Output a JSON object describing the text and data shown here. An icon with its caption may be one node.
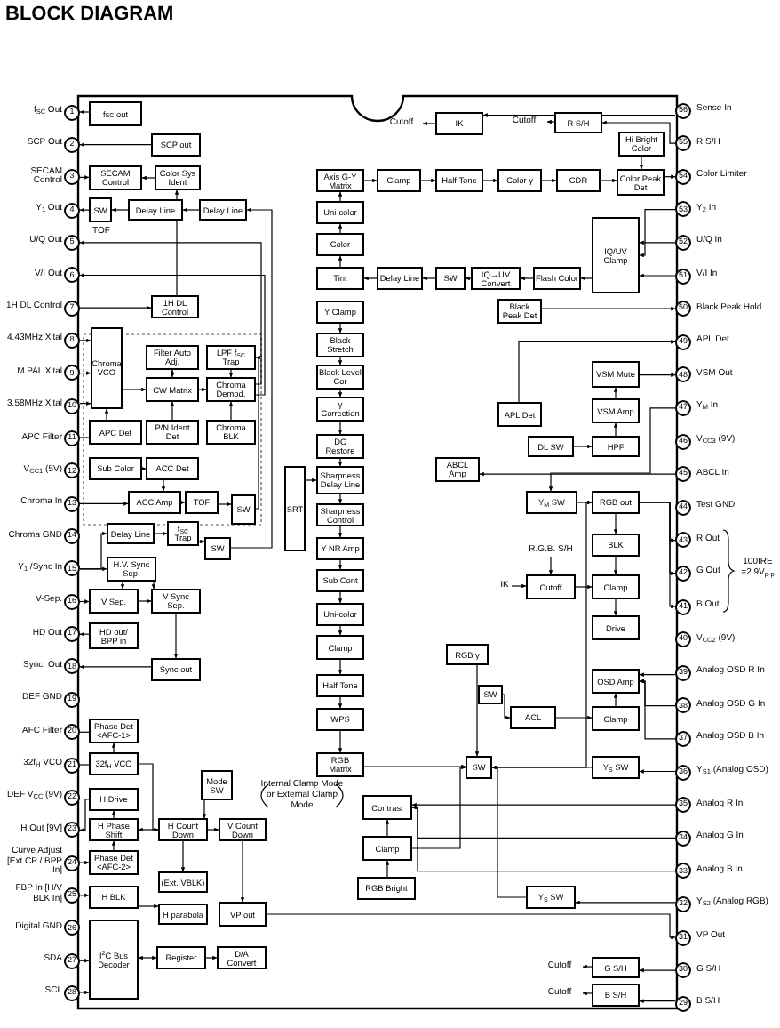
{
  "diagram": {
    "title": "BLOCK DIAGRAM",
    "nodes": [
      {
        "text": [
          "1"
        ],
        "beside": [
          "f$_{SC}$ Out"
        ]
      },
      {
        "text": [
          "2"
        ],
        "beside": [
          "SCP Out"
        ]
      },
      {
        "text": [
          "3"
        ],
        "beside": [
          "SECAM Control"
        ]
      },
      {
        "text": [
          "4"
        ],
        "beside": [
          "Y$_{1}$ Out"
        ]
      },
      {
        "text": [
          "5"
        ],
        "beside": [
          "U/Q Out"
        ]
      },
      {
        "text": [
          "6"
        ],
        "beside": [
          "V/I Out"
        ]
      },
      {
        "text": [
          "7"
        ],
        "beside": [
          "1H DL Control"
        ]
      },
      {
        "text": [
          "8"
        ],
        "beside": [
          "4.43MHz X'tal"
        ]
      },
      {
        "text": [
          "9"
        ],
        "beside": [
          "M PAL X'tal"
        ]
      },
      {
        "text": [
          "10"
        ],
        "beside": [
          "3.58MHz X'tal"
        ]
      },
      {
        "text": [
          "11"
        ],
        "beside": [
          "APC Filter"
        ]
      },
      {
        "text": [
          "12"
        ],
        "beside": [
          "V$_{CC1}$ (5V)"
        ]
      },
      {
        "text": [
          "13"
        ],
        "beside": [
          "Chroma In"
        ]
      },
      {
        "text": [
          "14"
        ],
        "beside": [
          "Chroma GND"
        ]
      },
      {
        "text": [
          "15"
        ],
        "beside": [
          "Y$_{1}$ /Sync In"
        ]
      },
      {
        "text": [
          "16"
        ],
        "beside": [
          "V-Sep."
        ]
      },
      {
        "text": [
          "17"
        ],
        "beside": [
          "HD Out"
        ]
      },
      {
        "text": [
          "18"
        ],
        "beside": [
          "Sync. Out"
        ]
      },
      {
        "text": [
          "19"
        ],
        "beside": [
          "DEF GND"
        ]
      },
      {
        "text": [
          "20"
        ],
        "beside": [
          "AFC Filter"
        ]
      },
      {
        "text": [
          "21"
        ],
        "beside": [
          "32f$_{H}$ VCO"
        ]
      },
      {
        "text": [
          "22"
        ],
        "beside": [
          "DEF V$_{CC}$ (9V)"
        ]
      },
      {
        "text": [
          "23"
        ],
        "beside": [
          "H.Out [9V]"
        ]
      },
      {
        "text": [
          "24"
        ],
        "beside": [
          "Curve Adjust [Ext CP / BPP In]"
        ]
      },
      {
        "text": [
          "25"
        ],
        "beside": [
          "FBP In [H/V BLK In]"
        ]
      },
      {
        "text": [
          "26"
        ],
        "beside": [
          "Digital GND"
        ]
      },
      {
        "text": [
          "27"
        ],
        "beside": [
          "SDA"
        ]
      },
      {
        "text": [
          "28"
        ],
        "beside": [
          "SCL"
        ]
      },
      {
        "text": [
          "56"
        ],
        "beside": [
          "Sense In"
        ]
      },
      {
        "text": [
          "55"
        ],
        "beside": [
          "R S/H"
        ]
      },
      {
        "text": [
          "54"
        ],
        "beside": [
          "Color Limiter"
        ]
      },
      {
        "text": [
          "53"
        ],
        "beside": [
          "Y$_{2}$ In"
        ]
      },
      {
        "text": [
          "52"
        ],
        "beside": [
          "U/Q In"
        ]
      },
      {
        "text": [
          "51"
        ],
        "beside": [
          "V/I In"
        ]
      },
      {
        "text": [
          "50"
        ],
        "beside": [
          "Black Peak Hold"
        ]
      },
      {
        "text": [
          "49"
        ],
        "beside": [
          "APL Det."
        ]
      },
      {
        "text": [
          "48"
        ],
        "beside": [
          "VSM Out"
        ]
      },
      {
        "text": [
          "47"
        ],
        "beside": [
          "Y$_{M}$ In"
        ]
      },
      {
        "text": [
          "46"
        ],
        "beside": [
          "V$_{CC3}$ (9V)"
        ]
      },
      {
        "text": [
          "45"
        ],
        "beside": [
          "ABCL In"
        ]
      },
      {
        "text": [
          "44"
        ],
        "beside": [
          "Test GND"
        ]
      },
      {
        "text": [
          "43"
        ],
        "beside": [
          "R Out"
        ]
      },
      {
        "text": [
          "42"
        ],
        "beside": [
          "G Out"
        ]
      },
      {
        "text": [
          "41"
        ],
        "beside": [
          "B Out"
        ]
      },
      {
        "text": [
          "40"
        ],
        "beside": [
          "V$_{CC2}$ (9V)"
        ]
      },
      {
        "text": [
          "39"
        ],
        "beside": [
          "Analog OSD R In"
        ]
      },
      {
        "text": [
          "38"
        ],
        "beside": [
          "Analog OSD G In"
        ]
      },
      {
        "text": [
          "37"
        ],
        "beside": [
          "Analog OSD B In"
        ]
      },
      {
        "text": [
          "36"
        ],
        "beside": [
          "Y$_{S1}$ (Analog OSD)"
        ]
      },
      {
        "text": [
          "35"
        ],
        "beside": [
          "Analog R In"
        ]
      },
      {
        "text": [
          "34"
        ],
        "beside": [
          "Analog G In"
        ]
      },
      {
        "text": [
          "33"
        ],
        "beside": [
          "Analog B In"
        ]
      },
      {
        "text": [
          "32"
        ],
        "beside": [
          "Y$_{S2}$ (Analog RGB)"
        ]
      },
      {
        "text": [
          "31"
        ],
        "beside": [
          "VP Out"
        ]
      },
      {
        "text": [
          "30"
        ],
        "beside": [
          "G S/H"
        ]
      },
      {
        "text": [
          "29"
        ],
        "beside": [
          "B S/H"
        ]
      },
      {
        "text": [
          "f$_{SC}$ out"
        ]
      },
      {
        "text": [
          "SCP out"
        ]
      },
      {
        "text": [
          "SECAM Control"
        ]
      },
      {
        "text": [
          "Color Sys Ident"
        ]
      },
      {
        "text": [
          "SW"
        ]
      },
      {
        "text": [
          "Delay Line"
        ]
      },
      {
        "text": [
          "Delay Line"
        ]
      },
      {
        "text": [
          "1H DL Control"
        ]
      },
      {
        "text": [
          "Chroma VCO"
        ]
      },
      {
        "text": [
          "Filter Auto Adj."
        ]
      },
      {
        "text": [
          "LPF f$_{SC}$ Trap"
        ]
      },
      {
        "text": [
          "CW Matrix"
        ]
      },
      {
        "text": [
          "Chroma Demod."
        ]
      },
      {
        "text": [
          "APC Det"
        ]
      },
      {
        "text": [
          "P/N Ident Det"
        ]
      },
      {
        "text": [
          "Chroma BLK"
        ]
      },
      {
        "text": [
          "Sub Color"
        ]
      },
      {
        "text": [
          "ACC Det"
        ]
      },
      {
        "text": [
          "ACC Amp"
        ]
      },
      {
        "text": [
          "TOF"
        ]
      },
      {
        "text": [
          "SW"
        ]
      },
      {
        "text": [
          "Delay Line"
        ]
      },
      {
        "text": [
          "f$_{SC}$ Trap"
        ]
      },
      {
        "text": [
          "SW"
        ]
      },
      {
        "text": [
          "H.V. Sync Sep."
        ]
      },
      {
        "text": [
          "V Sep."
        ]
      },
      {
        "text": [
          "V Sync Sep."
        ]
      },
      {
        "text": [
          "HD out/ BPP in"
        ]
      },
      {
        "text": [
          "Sync out"
        ]
      },
      {
        "text": [
          "Phase Det <AFC-1>"
        ]
      },
      {
        "text": [
          "32f$_{H}$ VCO"
        ]
      },
      {
        "text": [
          "Mode SW"
        ]
      },
      {
        "text": [
          "H Drive"
        ]
      },
      {
        "text": [
          "H Phase Shift"
        ]
      },
      {
        "text": [
          "H Count Down"
        ]
      },
      {
        "text": [
          "V Count Down"
        ]
      },
      {
        "text": [
          "Phase Det <AFC-2>"
        ]
      },
      {
        "text": [
          "(Ext. VBLK)"
        ]
      },
      {
        "text": [
          "H BLK"
        ]
      },
      {
        "text": [
          "H parabola"
        ]
      },
      {
        "text": [
          "VP out"
        ]
      },
      {
        "text": [
          "I$^{2}$C Bus Decoder"
        ]
      },
      {
        "text": [
          "Register"
        ]
      },
      {
        "text": [
          "D/A Convert"
        ]
      },
      {
        "text": [
          "IK"
        ]
      },
      {
        "text": [
          "R S/H"
        ]
      },
      {
        "text": [
          "Hi Bright Color"
        ]
      },
      {
        "text": [
          "Axis G-Y Matrix"
        ]
      },
      {
        "text": [
          "Clamp"
        ]
      },
      {
        "text": [
          "Half Tone"
        ]
      },
      {
        "text": [
          "Color γ"
        ]
      },
      {
        "text": [
          "CDR"
        ]
      },
      {
        "text": [
          "Color Peak Det"
        ]
      },
      {
        "text": [
          "Uni-color"
        ]
      },
      {
        "text": [
          "Color"
        ]
      },
      {
        "text": [
          "Tint"
        ]
      },
      {
        "text": [
          "Delay Line"
        ]
      },
      {
        "text": [
          "SW"
        ]
      },
      {
        "text": [
          "IQ→UV Convert"
        ]
      },
      {
        "text": [
          "Flash Color"
        ]
      },
      {
        "text": [
          "IQ/UV Clamp"
        ]
      },
      {
        "text": [
          "Y Clamp"
        ]
      },
      {
        "text": [
          "Black Peak Det"
        ]
      },
      {
        "text": [
          "Black Stretch"
        ]
      },
      {
        "text": [
          "Black Level Cor"
        ]
      },
      {
        "text": [
          "VSM Mute"
        ]
      },
      {
        "text": [
          "γ Correction"
        ]
      },
      {
        "text": [
          "APL Det"
        ]
      },
      {
        "text": [
          "VSM Amp"
        ]
      },
      {
        "text": [
          "DC Restore"
        ]
      },
      {
        "text": [
          "DL SW"
        ]
      },
      {
        "text": [
          "HPF"
        ]
      },
      {
        "text": [
          "ABCL Amp"
        ]
      },
      {
        "text": [
          "SRT"
        ]
      },
      {
        "text": [
          "Sharpness Delay Line"
        ]
      },
      {
        "text": [
          "Y$_{M}$ SW"
        ]
      },
      {
        "text": [
          "RGB out"
        ]
      },
      {
        "text": [
          "Sharpness Control"
        ]
      },
      {
        "text": [
          "BLK"
        ]
      },
      {
        "text": [
          "Y NR Amp"
        ]
      },
      {
        "text": [
          "Cutoff"
        ]
      },
      {
        "text": [
          "Clamp"
        ]
      },
      {
        "text": [
          "Sub Cont"
        ]
      },
      {
        "text": [
          "Uni-color"
        ]
      },
      {
        "text": [
          "Drive"
        ]
      },
      {
        "text": [
          "Clamp"
        ]
      },
      {
        "text": [
          "RGB γ"
        ]
      },
      {
        "text": [
          "OSD Amp"
        ]
      },
      {
        "text": [
          "Half Tone"
        ]
      },
      {
        "text": [
          "SW"
        ]
      },
      {
        "text": [
          "ACL"
        ]
      },
      {
        "text": [
          "Clamp"
        ]
      },
      {
        "text": [
          "WPS"
        ]
      },
      {
        "text": [
          "RGB Matrix"
        ]
      },
      {
        "text": [
          "SW"
        ]
      },
      {
        "text": [
          "Y$_{S}$ SW"
        ]
      },
      {
        "text": [
          "Contrast"
        ]
      },
      {
        "text": [
          "Clamp"
        ]
      },
      {
        "text": [
          "Y$_{S}$ SW"
        ]
      },
      {
        "text": [
          "RGB Bright"
        ]
      },
      {
        "text": [
          "G S/H"
        ]
      },
      {
        "text": [
          "B S/H"
        ]
      },
      {
        "text": [
          "Cutoff"
        ]
      },
      {
        "text": [
          "Cutoff"
        ]
      },
      {
        "text": [
          "Cutoff"
        ]
      },
      {
        "text": [
          "Cutoff"
        ]
      },
      {
        "text": [
          "IK"
        ]
      },
      {
        "text": [
          "R.G.B. S/H"
        ]
      }
    ],
    "edges": [
      {
        "from": 56,
        "to": 0,
        "arrow": "to"
      },
      {
        "from": 57,
        "to": 1,
        "arrow": "to"
      },
      {
        "from": 2,
        "to": 58,
        "arrow": "to"
      },
      {
        "from": 59,
        "to": 58,
        "arrow": "to"
      },
      {
        "from": 60,
        "to": 3,
        "arrow": "to"
      },
      {
        "from": 61,
        "to": 60,
        "arrow": "to"
      },
      {
        "from": 62,
        "to": 61,
        "arrow": "to"
      },
      {
        "from": 68,
        "to": 4,
        "arrow": "to"
      },
      {
        "from": 68,
        "to": 5,
        "arrow": "to"
      },
      {
        "from": 6,
        "to": 63,
        "arrow": "to"
      },
      {
        "from": 63,
        "to": 59,
        "arrow": "to"
      },
      {
        "from": 7,
        "to": 64,
        "arrow": "to"
      },
      {
        "from": 8,
        "to": 64,
        "arrow": "to"
      },
      {
        "from": 9,
        "to": 64,
        "arrow": "to"
      },
      {
        "from": 64,
        "to": 67,
        "arrow": "to"
      },
      {
        "from": 65,
        "to": 67,
        "arrow": "both"
      },
      {
        "from": 67,
        "to": 68,
        "arrow": "to"
      },
      {
        "from": 66,
        "to": 68,
        "arrow": "to"
      },
      {
        "from": 10,
        "to": 69,
        "arrow": "none"
      },
      {
        "from": 69,
        "to": 64,
        "arrow": "to"
      },
      {
        "from": 70,
        "to": 67,
        "arrow": "to"
      },
      {
        "from": 71,
        "to": 68,
        "arrow": "to"
      },
      {
        "from": 72,
        "to": 73,
        "arrow": "to"
      },
      {
        "from": 73,
        "to": 74,
        "arrow": "to"
      },
      {
        "from": 12,
        "to": 74,
        "arrow": "to"
      },
      {
        "from": 74,
        "to": 75,
        "arrow": "to"
      },
      {
        "from": 75,
        "to": 76,
        "arrow": "to"
      },
      {
        "from": 76,
        "to": 66,
        "arrow": "to"
      },
      {
        "from": 14,
        "to": 77,
        "arrow": "to"
      },
      {
        "from": 14,
        "to": 80,
        "arrow": "to"
      },
      {
        "from": 77,
        "to": 78,
        "arrow": "to"
      },
      {
        "from": 78,
        "to": 79,
        "arrow": "to"
      },
      {
        "from": 79,
        "to": 62,
        "arrow": "to"
      },
      {
        "from": 80,
        "to": 81,
        "arrow": "to"
      },
      {
        "from": 80,
        "to": 82,
        "arrow": "to"
      },
      {
        "from": 15,
        "to": 81,
        "arrow": "to"
      },
      {
        "from": 81,
        "to": 82,
        "arrow": "to"
      },
      {
        "from": 83,
        "to": 16,
        "arrow": "to"
      },
      {
        "from": 82,
        "to": 84,
        "arrow": "to"
      },
      {
        "from": 84,
        "to": 17,
        "arrow": "to"
      },
      {
        "from": 19,
        "to": 85,
        "arrow": "none"
      },
      {
        "from": 86,
        "to": 85,
        "arrow": "to"
      },
      {
        "from": 20,
        "to": 86,
        "arrow": "none"
      },
      {
        "from": 86,
        "to": 90,
        "arrow": "to"
      },
      {
        "from": 87,
        "to": 90,
        "arrow": "to"
      },
      {
        "from": 88,
        "to": 22,
        "arrow": "to"
      },
      {
        "from": 89,
        "to": 88,
        "arrow": "to"
      },
      {
        "from": 90,
        "to": 89,
        "arrow": "to"
      },
      {
        "from": 90,
        "to": 91,
        "arrow": "to"
      },
      {
        "from": 92,
        "to": 89,
        "arrow": "to"
      },
      {
        "from": 23,
        "to": 92,
        "arrow": "to"
      },
      {
        "from": 24,
        "to": 94,
        "arrow": "to"
      },
      {
        "from": 91,
        "to": 96,
        "arrow": "to"
      },
      {
        "from": 96,
        "to": 53,
        "arrow": "to"
      },
      {
        "from": 26,
        "to": 97,
        "arrow": "to"
      },
      {
        "from": 27,
        "to": 97,
        "arrow": "to"
      },
      {
        "from": 97,
        "to": 98,
        "arrow": "both"
      },
      {
        "from": 98,
        "to": 99,
        "arrow": "to"
      },
      {
        "from": 94,
        "to": 95,
        "arrow": "to"
      },
      {
        "from": 90,
        "to": 93,
        "arrow": "to"
      },
      {
        "from": 100,
        "to": 158,
        "arrow": "to"
      },
      {
        "from": 28,
        "to": 100,
        "arrow": "to"
      },
      {
        "from": 101,
        "to": 159,
        "arrow": "to"
      },
      {
        "from": 29,
        "to": 101,
        "arrow": "to"
      },
      {
        "from": 108,
        "to": 30,
        "arrow": "to"
      },
      {
        "from": 102,
        "to": 108,
        "arrow": "to"
      },
      {
        "from": 103,
        "to": 104,
        "arrow": "to"
      },
      {
        "from": 104,
        "to": 105,
        "arrow": "to"
      },
      {
        "from": 105,
        "to": 106,
        "arrow": "to"
      },
      {
        "from": 106,
        "to": 107,
        "arrow": "to"
      },
      {
        "from": 107,
        "to": 108,
        "arrow": "to"
      },
      {
        "from": 109,
        "to": 103,
        "arrow": "to"
      },
      {
        "from": 110,
        "to": 109,
        "arrow": "to"
      },
      {
        "from": 111,
        "to": 110,
        "arrow": "to"
      },
      {
        "from": 112,
        "to": 111,
        "arrow": "to"
      },
      {
        "from": 113,
        "to": 112,
        "arrow": "to"
      },
      {
        "from": 114,
        "to": 113,
        "arrow": "to"
      },
      {
        "from": 115,
        "to": 114,
        "arrow": "to"
      },
      {
        "from": 116,
        "to": 115,
        "arrow": "to"
      },
      {
        "from": 31,
        "to": 116,
        "arrow": "to"
      },
      {
        "from": 32,
        "to": 116,
        "arrow": "to"
      },
      {
        "from": 33,
        "to": 116,
        "arrow": "to"
      },
      {
        "from": 117,
        "to": 119,
        "arrow": "to"
      },
      {
        "from": 119,
        "to": 120,
        "arrow": "to"
      },
      {
        "from": 120,
        "to": 122,
        "arrow": "to"
      },
      {
        "from": 122,
        "to": 125,
        "arrow": "to"
      },
      {
        "from": 118,
        "to": 34,
        "arrow": "to"
      },
      {
        "from": 123,
        "to": 35,
        "arrow": "to"
      },
      {
        "from": 121,
        "to": 36,
        "arrow": "to"
      },
      {
        "from": 124,
        "to": 121,
        "arrow": "to"
      },
      {
        "from": 127,
        "to": 124,
        "arrow": "to"
      },
      {
        "from": 126,
        "to": 127,
        "arrow": "to"
      },
      {
        "from": 37,
        "to": 131,
        "arrow": "to"
      },
      {
        "from": 39,
        "to": 128,
        "arrow": "to"
      },
      {
        "from": 125,
        "to": 130,
        "arrow": "to"
      },
      {
        "from": 130,
        "to": 133,
        "arrow": "to"
      },
      {
        "from": 133,
        "to": 135,
        "arrow": "to"
      },
      {
        "from": 135,
        "to": 138,
        "arrow": "to"
      },
      {
        "from": 138,
        "to": 139,
        "arrow": "to"
      },
      {
        "from": 139,
        "to": 141,
        "arrow": "to"
      },
      {
        "from": 141,
        "to": 144,
        "arrow": "to"
      },
      {
        "from": 144,
        "to": 148,
        "arrow": "to"
      },
      {
        "from": 148,
        "to": 149,
        "arrow": "to"
      },
      {
        "from": 129,
        "to": 130,
        "arrow": "to"
      },
      {
        "from": 149,
        "to": 150,
        "arrow": "to"
      },
      {
        "from": 150,
        "to": 132,
        "arrow": "to"
      },
      {
        "from": 131,
        "to": 132,
        "arrow": "to"
      },
      {
        "from": 132,
        "to": 134,
        "arrow": "to"
      },
      {
        "from": 134,
        "to": 137,
        "arrow": "to"
      },
      {
        "from": 137,
        "to": 140,
        "arrow": "to"
      },
      {
        "from": 136,
        "to": 137,
        "arrow": "to"
      },
      {
        "from": 162,
        "to": 136,
        "arrow": "to"
      },
      {
        "from": 163,
        "to": 136,
        "arrow": "to"
      },
      {
        "from": 132,
        "to": 41,
        "arrow": "to"
      },
      {
        "from": 132,
        "to": 42,
        "arrow": "to"
      },
      {
        "from": 132,
        "to": 43,
        "arrow": "to"
      },
      {
        "from": 45,
        "to": 143,
        "arrow": "to"
      },
      {
        "from": 46,
        "to": 143,
        "arrow": "to"
      },
      {
        "from": 47,
        "to": 143,
        "arrow": "to"
      },
      {
        "from": 147,
        "to": 143,
        "arrow": "to"
      },
      {
        "from": 146,
        "to": 147,
        "arrow": "to"
      },
      {
        "from": 145,
        "to": 146,
        "arrow": "to"
      },
      {
        "from": 142,
        "to": 150,
        "arrow": "to"
      },
      {
        "from": 48,
        "to": 151,
        "arrow": "to"
      },
      {
        "from": 151,
        "to": 150,
        "arrow": "to"
      },
      {
        "from": 49,
        "to": 152,
        "arrow": "to"
      },
      {
        "from": 50,
        "to": 152,
        "arrow": "to"
      },
      {
        "from": 51,
        "to": 152,
        "arrow": "to"
      },
      {
        "from": 52,
        "to": 154,
        "arrow": "to"
      },
      {
        "from": 154,
        "to": 150,
        "arrow": "to"
      },
      {
        "from": 153,
        "to": 152,
        "arrow": "to"
      },
      {
        "from": 155,
        "to": 153,
        "arrow": "to"
      },
      {
        "from": 153,
        "to": 150,
        "arrow": "to"
      },
      {
        "from": 54,
        "to": 156,
        "arrow": "to"
      },
      {
        "from": 156,
        "to": 160,
        "arrow": "to"
      },
      {
        "from": 55,
        "to": 157,
        "arrow": "to"
      },
      {
        "from": 157,
        "to": 161,
        "arrow": "to"
      }
    ],
    "labels": [
      "TOF",
      "Internal Clamp Mode or External Clamp Mode",
      "100IRE =2.9V$_{p-p}$"
    ]
  }
}
